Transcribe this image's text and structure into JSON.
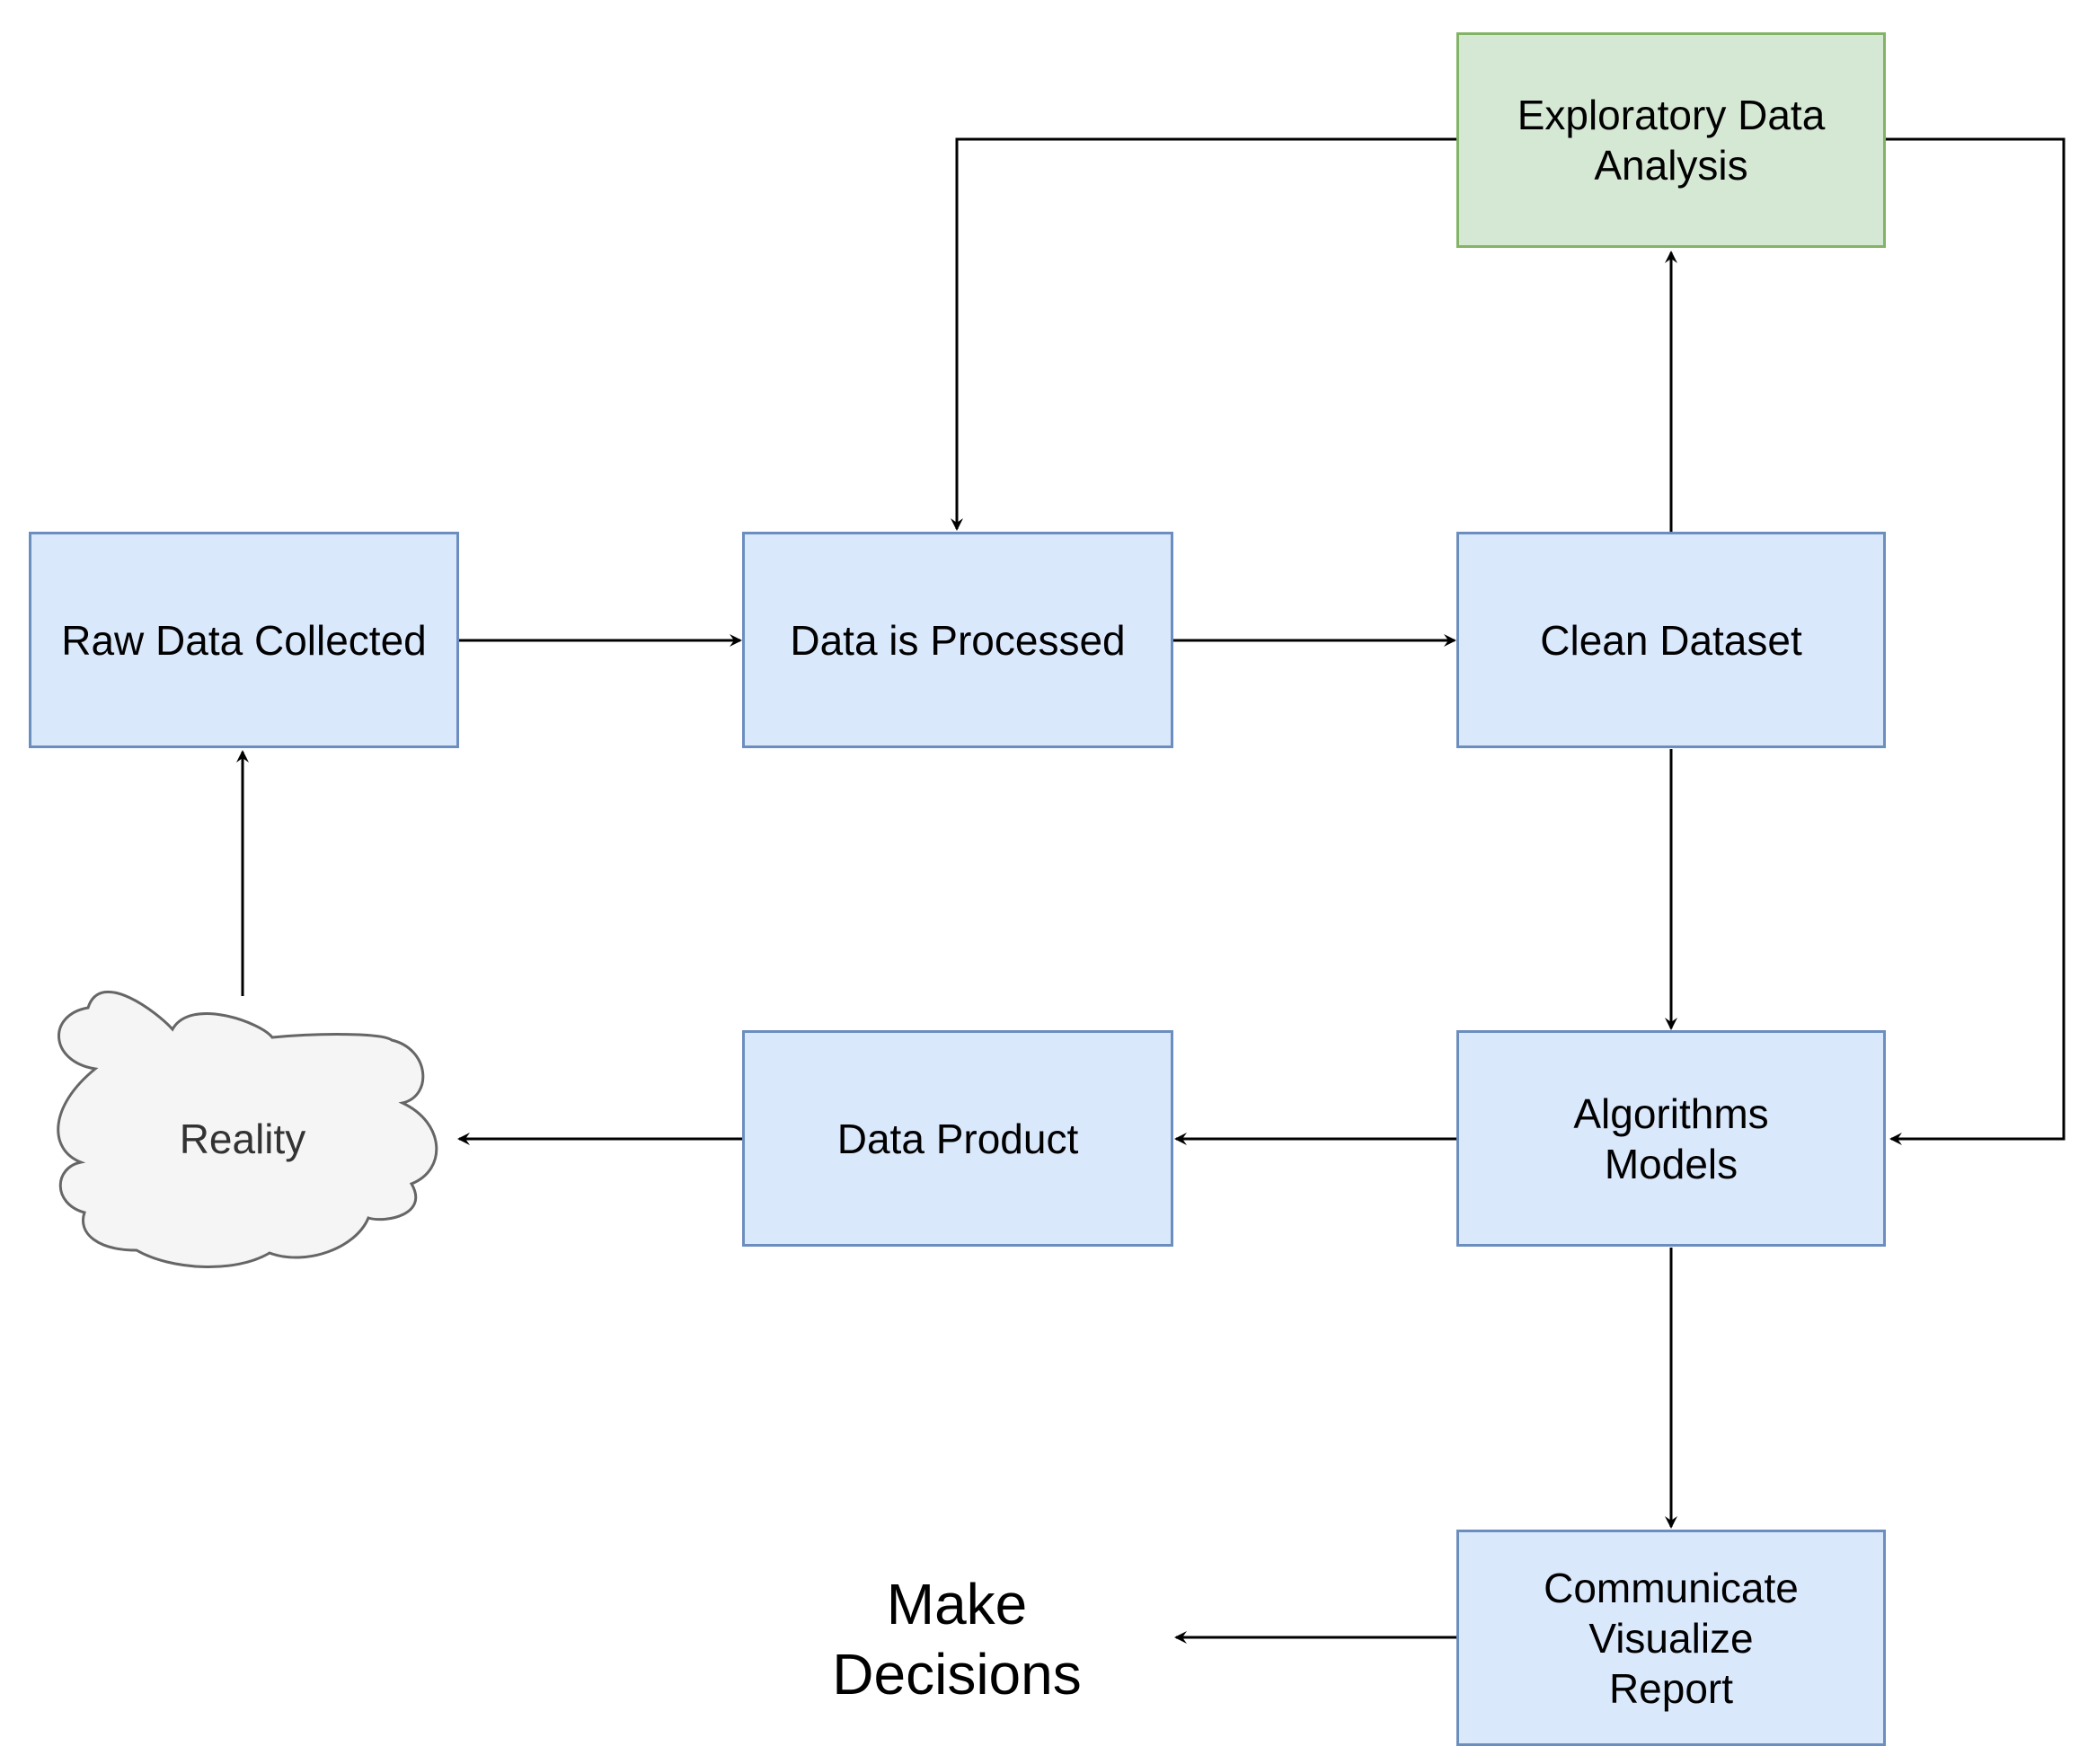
{
  "diagram": {
    "nodes": {
      "raw_data": {
        "label": "Raw Data Collected"
      },
      "processed": {
        "label": "Data is Processed"
      },
      "clean": {
        "label": "Clean Dataset"
      },
      "eda": {
        "lines": [
          "Exploratory Data",
          "Analysis"
        ]
      },
      "algorithms": {
        "lines": [
          "Algorithms",
          "Models"
        ]
      },
      "product": {
        "label": "Data Product"
      },
      "reality": {
        "label": "Reality"
      },
      "communicate": {
        "lines": [
          "Communicate",
          "Visualize",
          "Report"
        ]
      },
      "decisions": {
        "lines": [
          "Make",
          "Decisions"
        ]
      }
    },
    "edges": [
      {
        "from": "Raw Data Collected",
        "to": "Data is Processed"
      },
      {
        "from": "Data is Processed",
        "to": "Clean Dataset"
      },
      {
        "from": "Clean Dataset",
        "to": "Exploratory Data Analysis"
      },
      {
        "from": "Exploratory Data Analysis",
        "to": "Data is Processed"
      },
      {
        "from": "Exploratory Data Analysis",
        "to": "Algorithms Models"
      },
      {
        "from": "Clean Dataset",
        "to": "Algorithms Models"
      },
      {
        "from": "Algorithms Models",
        "to": "Data Product"
      },
      {
        "from": "Data Product",
        "to": "Reality"
      },
      {
        "from": "Reality",
        "to": "Raw Data Collected"
      },
      {
        "from": "Algorithms Models",
        "to": "Communicate Visualize Report"
      },
      {
        "from": "Communicate Visualize Report",
        "to": "Make Decisions"
      }
    ],
    "colors": {
      "process_fill": "#dae8fc",
      "process_stroke": "#6c8ebf",
      "eda_fill": "#d5e8d4",
      "eda_stroke": "#82b366",
      "cloud_fill": "#f5f5f5",
      "cloud_stroke": "#666666",
      "edge": "#000000"
    }
  }
}
